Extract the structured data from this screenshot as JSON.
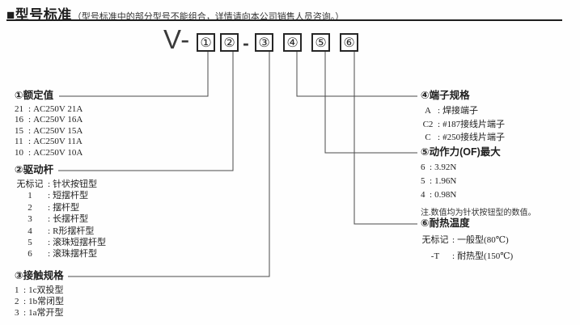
{
  "header": {
    "title": "■型号标准",
    "subtitle": "（型号标准中的部分型号不能组合，详情请向本公司销售人员咨询。）"
  },
  "model": {
    "prefix": "V-",
    "dash": "-",
    "boxes": [
      "①",
      "②",
      "③",
      "④",
      "⑤",
      "⑥"
    ]
  },
  "ui": {
    "colon": ":"
  },
  "sections": {
    "s1": {
      "title": "①额定值",
      "entries": [
        {
          "k": "21",
          "v": "AC250V 21A"
        },
        {
          "k": "16",
          "v": "AC250V 16A"
        },
        {
          "k": "15",
          "v": "AC250V 15A"
        },
        {
          "k": "11",
          "v": "AC250V 11A"
        },
        {
          "k": "10",
          "v": "AC250V 10A"
        }
      ]
    },
    "s2": {
      "title": "②驱动杆",
      "entries": [
        {
          "k": "无标记",
          "v": "针状按钮型"
        },
        {
          "k": "1",
          "v": "短摆杆型"
        },
        {
          "k": "2",
          "v": "摆杆型"
        },
        {
          "k": "3",
          "v": "长摆杆型"
        },
        {
          "k": "4",
          "v": "R形摆杆型"
        },
        {
          "k": "5",
          "v": "滚珠短摆杆型"
        },
        {
          "k": "6",
          "v": "滚珠摆杆型"
        }
      ]
    },
    "s3": {
      "title": "③接触规格",
      "entries": [
        {
          "k": "1",
          "v": "1c双投型"
        },
        {
          "k": "2",
          "v": "1b常闭型"
        },
        {
          "k": "3",
          "v": "1a常开型"
        }
      ]
    },
    "s4": {
      "title": "④端子规格",
      "entries": [
        {
          "k": "A",
          "v": "焊接端子"
        },
        {
          "k": "C2",
          "v": "#187接线片端子"
        },
        {
          "k": "C",
          "v": "#250接线片端子"
        }
      ]
    },
    "s5": {
      "title": "⑤动作力(OF)最大",
      "entries": [
        {
          "k": "6",
          "v": "3.92N"
        },
        {
          "k": "5",
          "v": "1.96N"
        },
        {
          "k": "4",
          "v": "0.98N"
        }
      ],
      "note": "注.数值均为针状按钮型的数值。"
    },
    "s6": {
      "title": "⑥耐热温度",
      "entries": [
        {
          "k": "无标记",
          "v": "一般型(80℃)"
        },
        {
          "k": "-T",
          "v": "耐热型(150℃)"
        }
      ]
    }
  },
  "colors": {
    "line": "#4b4b4b",
    "text": "#2b2b2b",
    "border": "#262626"
  }
}
